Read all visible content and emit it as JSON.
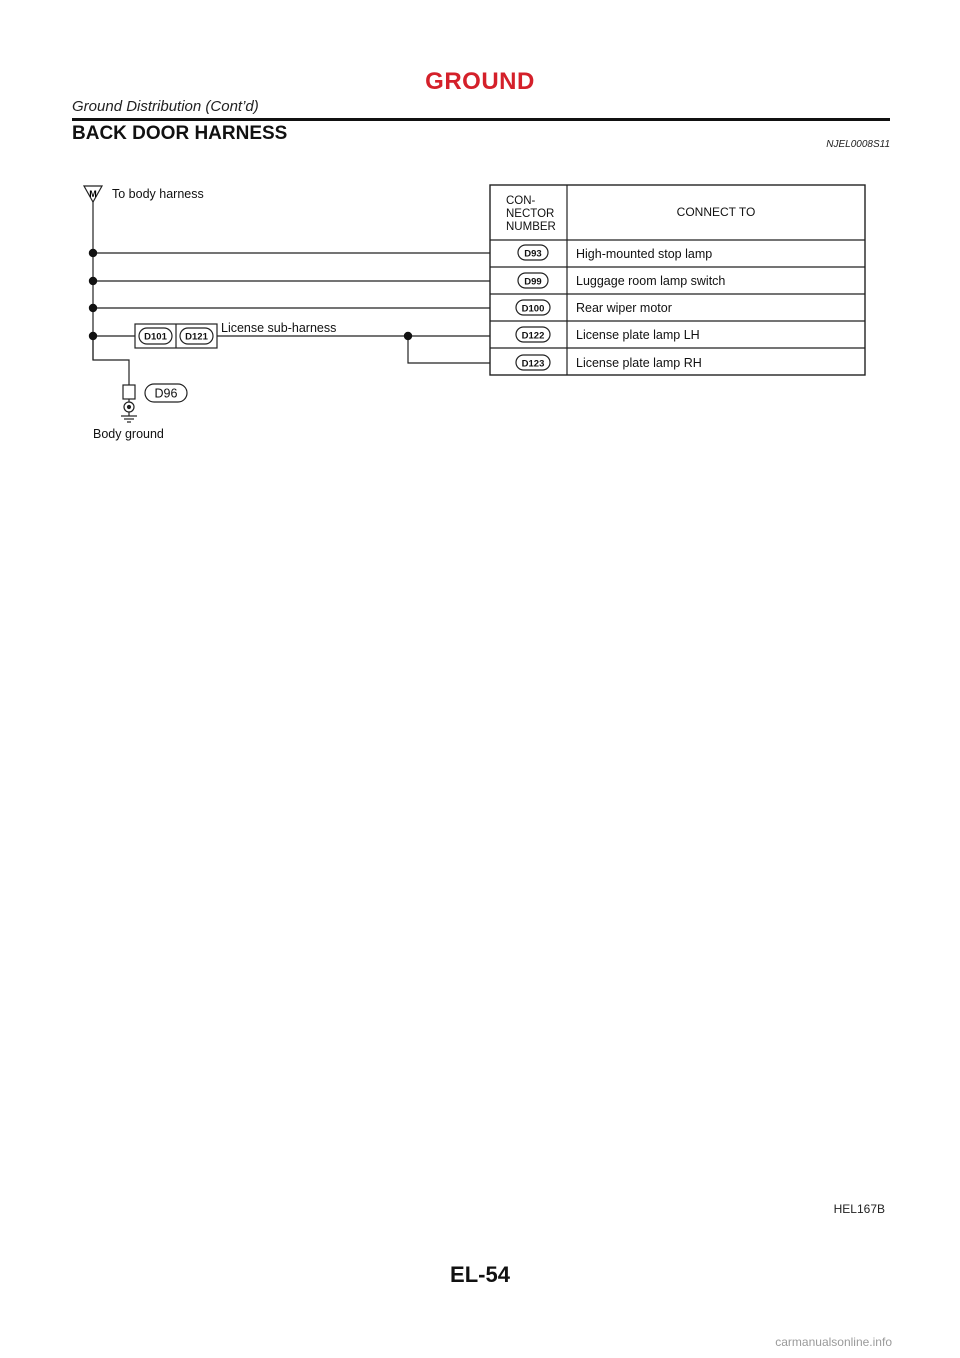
{
  "header": {
    "title": "GROUND",
    "subtitle": "Ground Distribution (Cont’d)"
  },
  "section": {
    "title": "BACK DOOR HARNESS",
    "code": "NJEL0008S11"
  },
  "diagram": {
    "source_marker": "M",
    "source_label": "To body harness",
    "table_headers": {
      "connector_number": [
        "CON-",
        "NECTOR",
        "NUMBER"
      ],
      "connect_to": "CONNECT TO"
    },
    "rows": [
      {
        "connector": "D93",
        "connect_to": "High-mounted stop lamp"
      },
      {
        "connector": "D99",
        "connect_to": "Luggage room lamp switch"
      },
      {
        "connector": "D100",
        "connect_to": "Rear wiper motor"
      },
      {
        "connector": "D122",
        "connect_to": "License plate lamp LH"
      },
      {
        "connector": "D123",
        "connect_to": "License plate lamp RH"
      }
    ],
    "sub_harness_connectors": [
      "D101",
      "D121"
    ],
    "sub_harness_label": "License sub-harness",
    "ground_connector": "D96",
    "ground_label": "Body ground"
  },
  "footer": {
    "ref_code": "HEL167B",
    "page_number": "EL-54",
    "watermark": "carmanualsonline.info"
  }
}
